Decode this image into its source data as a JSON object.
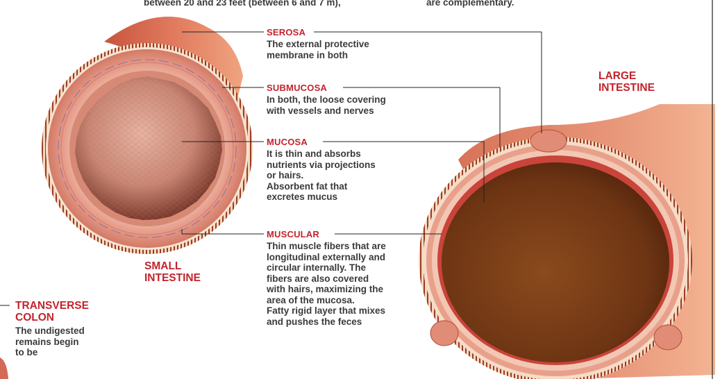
{
  "top_text": {
    "left": "between 20 and 23 feet (between 6 and 7 m),",
    "right": "are complementary."
  },
  "organs": {
    "small_intestine": "SMALL\nINTESTINE",
    "large_intestine": "LARGE\nINTESTINE"
  },
  "layers": {
    "serosa": {
      "heading": "SEROSA",
      "text": "The external protective\nmembrane in both"
    },
    "submucosa": {
      "heading": "SUBMUCOSA",
      "text": "In both, the loose covering\nwith vessels and nerves"
    },
    "mucosa": {
      "heading": "MUCOSA",
      "text": "It is thin and absorbs\nnutrients via projections\nor hairs.\nAbsorbent fat that\nexcretes mucus"
    },
    "muscular": {
      "heading": "MUSCULAR",
      "text": "Thin muscle fibers that are\nlongitudinal externally and\ncircular internally. The\nfibers are also covered\nwith hairs, maximizing the\narea of the mucosa.\nFatty rigid layer that mixes\nand pushes the feces"
    }
  },
  "transverse_colon": {
    "heading": "TRANSVERSE\nCOLON",
    "text": "The undigested\nremains begin\nto be"
  },
  "colors": {
    "accent_red": "#c3232c",
    "body_text": "#3a3a3a",
    "tissue_pink": "#e49a88",
    "lumen_brown": "#6e3514"
  }
}
